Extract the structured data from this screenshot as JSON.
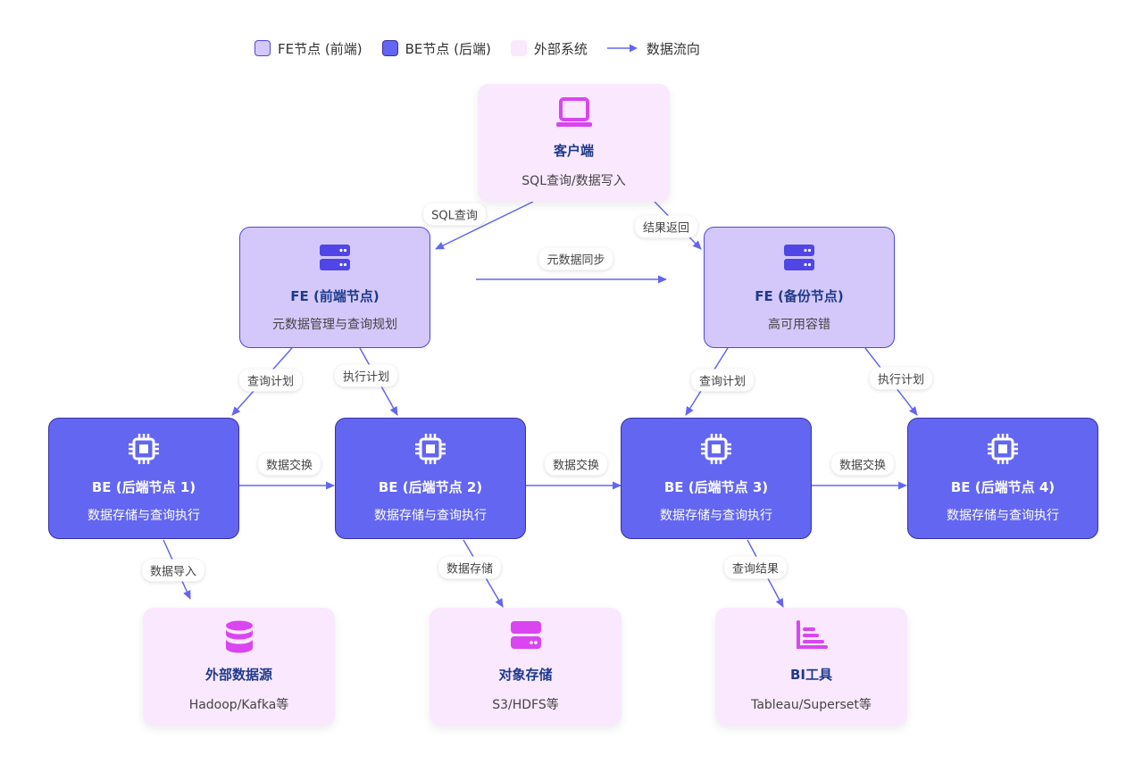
{
  "legend": [
    {
      "kind": "fe",
      "label": "FE节点 (前端)"
    },
    {
      "kind": "be",
      "label": "BE节点 (后端)"
    },
    {
      "kind": "ext",
      "label": "外部系统"
    },
    {
      "kind": "arrow",
      "label": "数据流向"
    }
  ],
  "nodes": {
    "client": {
      "title": "客户端",
      "subtitle": "SQL查询/数据写入",
      "icon": "laptop-icon"
    },
    "fe_main": {
      "title": "FE (前端节点)",
      "subtitle": "元数据管理与查询规划",
      "icon": "server-icon"
    },
    "fe_backup": {
      "title": "FE (备份节点)",
      "subtitle": "高可用容错",
      "icon": "server-icon"
    },
    "be1": {
      "title": "BE (后端节点 1)",
      "subtitle": "数据存储与查询执行",
      "icon": "chip-icon"
    },
    "be2": {
      "title": "BE (后端节点 2)",
      "subtitle": "数据存储与查询执行",
      "icon": "chip-icon"
    },
    "be3": {
      "title": "BE (后端节点 3)",
      "subtitle": "数据存储与查询执行",
      "icon": "chip-icon"
    },
    "be4": {
      "title": "BE (后端节点 4)",
      "subtitle": "数据存储与查询执行",
      "icon": "chip-icon"
    },
    "ext_source": {
      "title": "外部数据源",
      "subtitle": "Hadoop/Kafka等",
      "icon": "database-icon"
    },
    "object_storage": {
      "title": "对象存储",
      "subtitle": "S3/HDFS等",
      "icon": "storage-icon"
    },
    "bi_tool": {
      "title": "BI工具",
      "subtitle": "Tableau/Superset等",
      "icon": "bar-chart-icon"
    }
  },
  "edges": [
    {
      "from": "client",
      "to": "fe_main",
      "label": "SQL查询"
    },
    {
      "from": "client",
      "to": "fe_backup",
      "label": "结果返回"
    },
    {
      "from": "fe_main",
      "to": "fe_backup",
      "label": "元数据同步"
    },
    {
      "from": "fe_main",
      "to": "be1",
      "label": "查询计划"
    },
    {
      "from": "fe_main",
      "to": "be2",
      "label": "执行计划"
    },
    {
      "from": "fe_backup",
      "to": "be3",
      "label": "查询计划"
    },
    {
      "from": "fe_backup",
      "to": "be4",
      "label": "执行计划"
    },
    {
      "from": "be1",
      "to": "be2",
      "label": "数据交换"
    },
    {
      "from": "be2",
      "to": "be3",
      "label": "数据交换"
    },
    {
      "from": "be3",
      "to": "be4",
      "label": "数据交换"
    },
    {
      "from": "be1",
      "to": "ext_source",
      "label": "数据导入"
    },
    {
      "from": "be2",
      "to": "object_storage",
      "label": "数据存储"
    },
    {
      "from": "be3",
      "to": "bi_tool",
      "label": "查询结果"
    }
  ],
  "colors": {
    "fe_fill": "#d4c8fb",
    "fe_border": "#4f46e5",
    "be_fill": "#6366f1",
    "be_border": "#3730a3",
    "ext_fill": "#fae8ff",
    "icon_accent": "#d946ef",
    "edge": "#6366f1",
    "title_text": "#1e3a8a"
  }
}
